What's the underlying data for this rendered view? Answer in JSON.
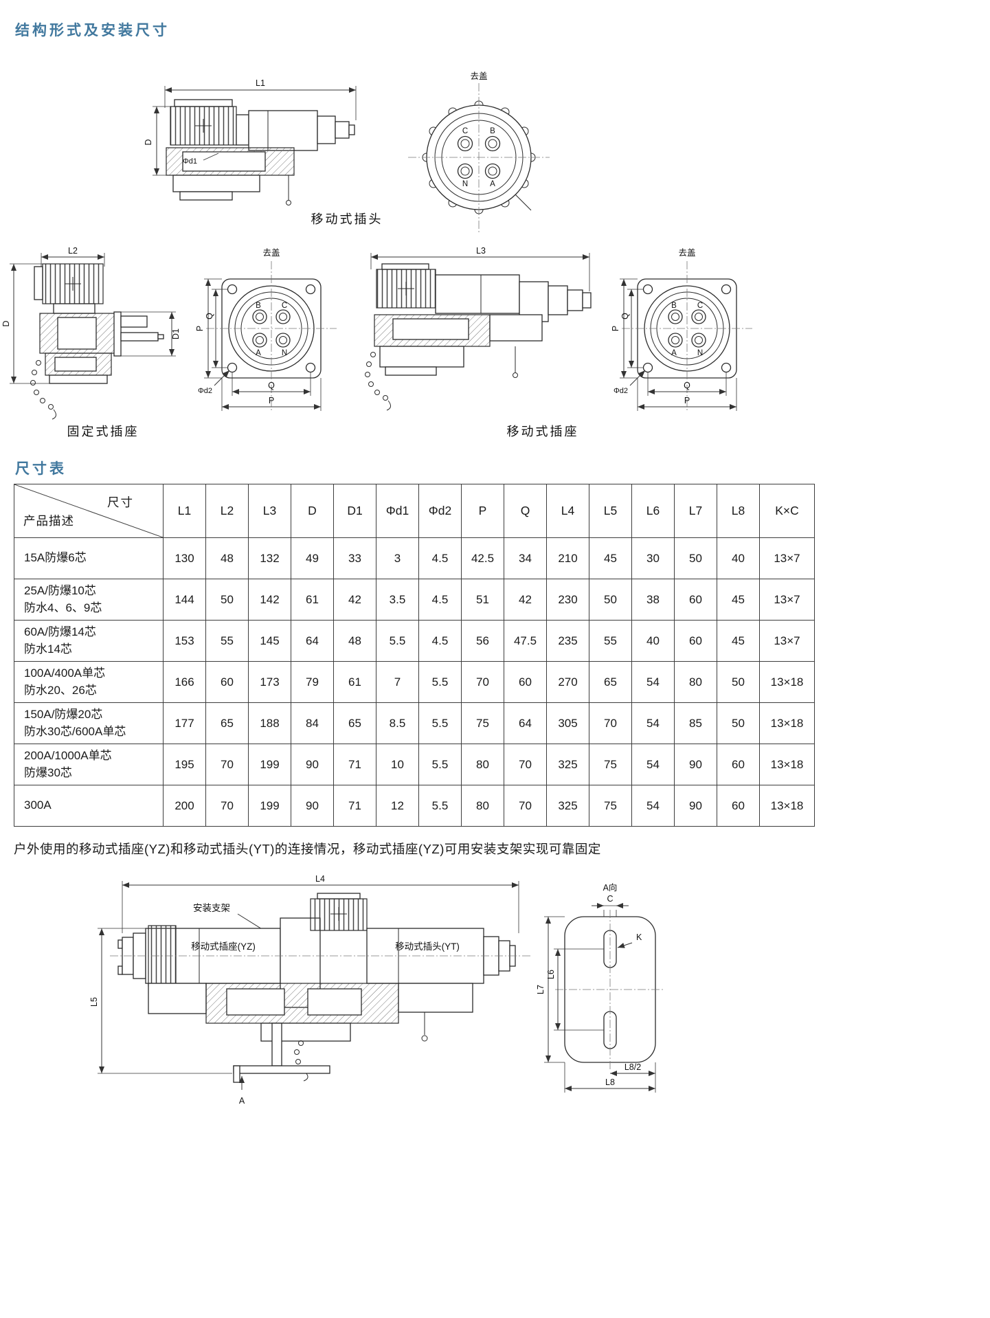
{
  "page": {
    "section_title": "结构形式及安装尺寸",
    "table_title": "尺寸表",
    "note": "户外使用的移动式插座(YZ)和移动式插头(YT)的连接情况，移动式插座(YZ)可用安装支架实现可靠固定"
  },
  "colors": {
    "heading": "#41789e",
    "line": "#2a2a2a",
    "text": "#111111"
  },
  "drawings": {
    "plug_side": {
      "caption": "移动式插头",
      "dim_l1": "L1",
      "dim_d": "D",
      "dim_d1": "Φd1"
    },
    "plug_front": {
      "title": "去盖",
      "terminals": [
        "C",
        "B",
        "N",
        "A"
      ]
    },
    "fixed_socket_side": {
      "caption": "固定式插座",
      "dim_l2": "L2",
      "dim_d": "D",
      "dim_d1": "D1"
    },
    "fixed_socket_front": {
      "title": "去盖",
      "terminals": [
        "B",
        "C",
        "A",
        "N"
      ],
      "dim_p_left": "P",
      "dim_q_left": "Q",
      "dim_q_bottom": "Q",
      "dim_p_bottom": "P",
      "dim_d2": "Φd2"
    },
    "mobile_socket_side": {
      "caption": "移动式插座",
      "dim_l3": "L3"
    },
    "mobile_socket_front": {
      "title": "去盖",
      "terminals": [
        "B",
        "C",
        "A",
        "N"
      ],
      "dim_p_left": "P",
      "dim_q_left": "Q",
      "dim_q_bottom": "Q",
      "dim_p_bottom": "P",
      "dim_d2": "Φd2"
    },
    "assembly": {
      "dim_l4": "L4",
      "dim_l5": "L5",
      "bracket_label": "安装支架",
      "yz_label": "移动式插座(YZ)",
      "yt_label": "移动式插头(YT)",
      "section_label": "A"
    },
    "view_a": {
      "title": "A向",
      "dim_c": "C",
      "dim_k": "K",
      "dim_l7": "L7",
      "dim_l6": "L6",
      "dim_l8_half": "L8/2",
      "dim_l8": "L8"
    }
  },
  "table": {
    "corner_top": "尺寸",
    "corner_bottom": "产品描述",
    "columns": [
      "L1",
      "L2",
      "L3",
      "D",
      "D1",
      "Φd1",
      "Φd2",
      "P",
      "Q",
      "L4",
      "L5",
      "L6",
      "L7",
      "L8",
      "K×C"
    ],
    "rows": [
      {
        "desc": [
          "15A防爆6芯"
        ],
        "values": [
          "130",
          "48",
          "132",
          "49",
          "33",
          "3",
          "4.5",
          "42.5",
          "34",
          "210",
          "45",
          "30",
          "50",
          "40",
          "13×7"
        ]
      },
      {
        "desc": [
          "25A/防爆10芯",
          "防水4、6、9芯"
        ],
        "values": [
          "144",
          "50",
          "142",
          "61",
          "42",
          "3.5",
          "4.5",
          "51",
          "42",
          "230",
          "50",
          "38",
          "60",
          "45",
          "13×7"
        ]
      },
      {
        "desc": [
          "60A/防爆14芯",
          "防水14芯"
        ],
        "values": [
          "153",
          "55",
          "145",
          "64",
          "48",
          "5.5",
          "4.5",
          "56",
          "47.5",
          "235",
          "55",
          "40",
          "60",
          "45",
          "13×7"
        ]
      },
      {
        "desc": [
          "100A/400A单芯",
          "防水20、26芯"
        ],
        "values": [
          "166",
          "60",
          "173",
          "79",
          "61",
          "7",
          "5.5",
          "70",
          "60",
          "270",
          "65",
          "54",
          "80",
          "50",
          "13×18"
        ]
      },
      {
        "desc": [
          "150A/防爆20芯",
          "防水30芯/600A单芯"
        ],
        "values": [
          "177",
          "65",
          "188",
          "84",
          "65",
          "8.5",
          "5.5",
          "75",
          "64",
          "305",
          "70",
          "54",
          "85",
          "50",
          "13×18"
        ]
      },
      {
        "desc": [
          "200A/1000A单芯",
          "防爆30芯"
        ],
        "values": [
          "195",
          "70",
          "199",
          "90",
          "71",
          "10",
          "5.5",
          "80",
          "70",
          "325",
          "75",
          "54",
          "90",
          "60",
          "13×18"
        ]
      },
      {
        "desc": [
          "300A"
        ],
        "values": [
          "200",
          "70",
          "199",
          "90",
          "71",
          "12",
          "5.5",
          "80",
          "70",
          "325",
          "75",
          "54",
          "90",
          "60",
          "13×18"
        ]
      }
    ]
  }
}
